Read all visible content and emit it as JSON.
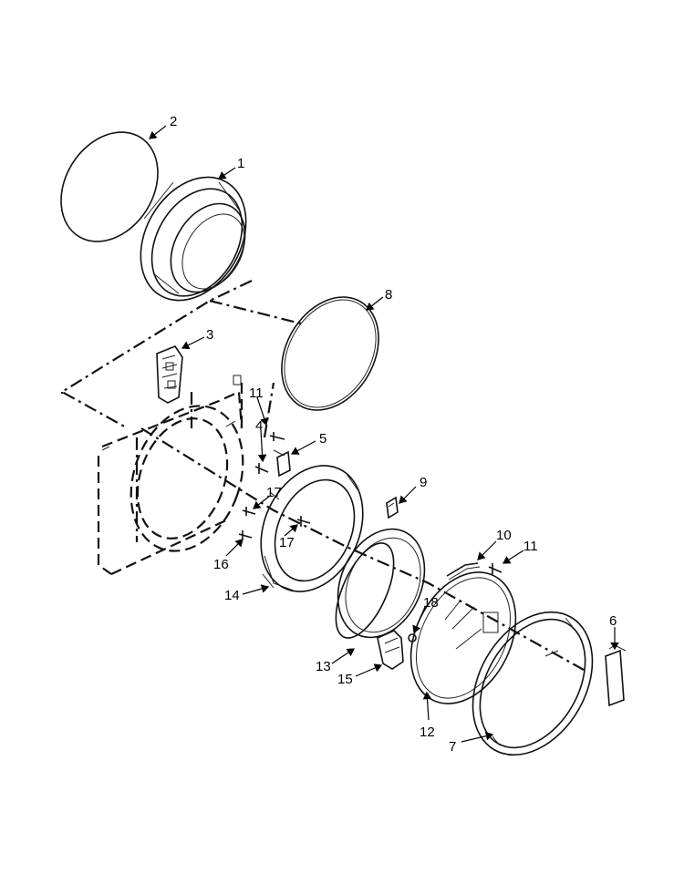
{
  "callouts": {
    "c1": "1",
    "c2": "2",
    "c3": "3",
    "c4": "4",
    "c5": "5",
    "c6": "6",
    "c7": "7",
    "c8": "8",
    "c9": "9",
    "c10": "10",
    "c11a": "11",
    "c11b": "11",
    "c12": "12",
    "c13": "13",
    "c14": "14",
    "c15": "15",
    "c16": "16",
    "c17a": "17",
    "c17b": "17",
    "c18": "18"
  },
  "colors": {
    "line": "#111111",
    "background": "#ffffff",
    "glass_fill": "#f2f2f2"
  }
}
